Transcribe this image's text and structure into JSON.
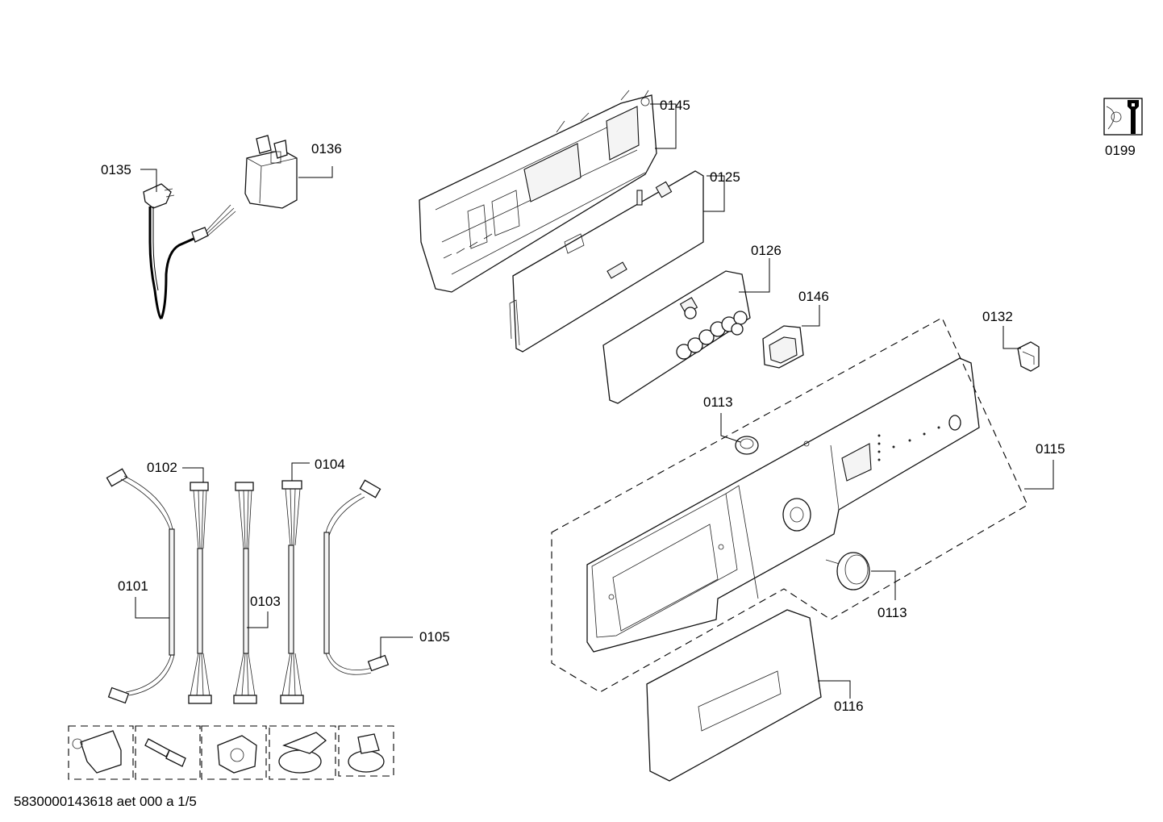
{
  "labels": {
    "p0145": "0145",
    "p0136": "0136",
    "p0135": "0135",
    "p0125": "0125",
    "p0126": "0126",
    "p0146": "0146",
    "p0132": "0132",
    "p0113a": "0113",
    "p0115": "0115",
    "p0113b": "0113",
    "p0116": "0116",
    "p0101": "0101",
    "p0102": "0102",
    "p0103": "0103",
    "p0104": "0104",
    "p0105": "0105",
    "p0199": "0199"
  },
  "footer": "5830000143618 aet 000 a 1/5",
  "icons": [
    "service-wrench-icon"
  ],
  "colors": {
    "line": "#000000",
    "background": "#ffffff"
  }
}
